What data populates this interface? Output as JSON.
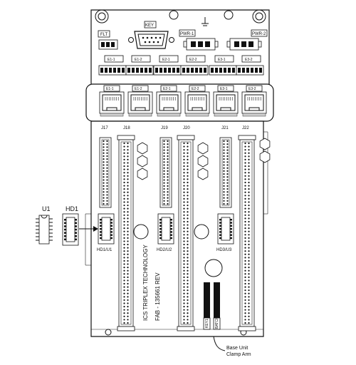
{
  "top_labels": {
    "flt": "FLT",
    "key": "KEY",
    "pwr1": "PWR-1",
    "pwr2": "PWR-2"
  },
  "terminal_labels": [
    "E1-1",
    "E1-2",
    "E2-1",
    "E2-2",
    "E3-1",
    "E3-2"
  ],
  "port_labels": [
    "E1-1",
    "E1-2",
    "E2-1",
    "E2-2",
    "E3-1",
    "E3-2"
  ],
  "connector_labels": [
    "J17",
    "J18",
    "J19",
    "J20",
    "J21",
    "J22"
  ],
  "socket_labels": [
    "HD1/U1",
    "HD2/U2",
    "HD3/U3"
  ],
  "side_chips": {
    "u1": "U1",
    "hd1": "HD1"
  },
  "board_text": {
    "line1": "ICS TRIPLEX TECHNOLOGY",
    "line2": "FAB - 135661 REV"
  },
  "strip_labels": {
    "left": "KEY1",
    "right": "BATCH"
  },
  "callout": {
    "line1": "Base Unit",
    "line2": "Clamp Arm"
  }
}
